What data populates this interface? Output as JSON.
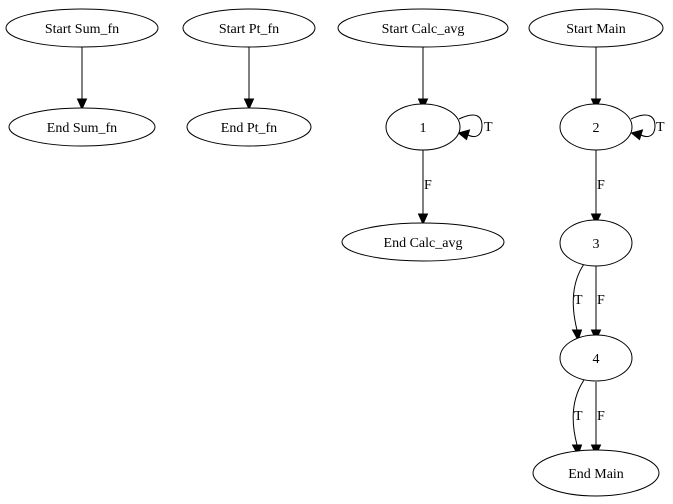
{
  "graph": {
    "nodes": [
      {
        "id": "start_sum",
        "label": "Start Sum_fn"
      },
      {
        "id": "end_sum",
        "label": "End Sum_fn"
      },
      {
        "id": "start_pt",
        "label": "Start Pt_fn"
      },
      {
        "id": "end_pt",
        "label": "End Pt_fn"
      },
      {
        "id": "start_calc",
        "label": "Start Calc_avg"
      },
      {
        "id": "n1",
        "label": "1"
      },
      {
        "id": "end_calc",
        "label": "End Calc_avg"
      },
      {
        "id": "start_main",
        "label": "Start Main"
      },
      {
        "id": "n2",
        "label": "2"
      },
      {
        "id": "n3",
        "label": "3"
      },
      {
        "id": "n4",
        "label": "4"
      },
      {
        "id": "end_main",
        "label": "End Main"
      }
    ],
    "edges": [
      {
        "from": "start_sum",
        "to": "end_sum",
        "label": ""
      },
      {
        "from": "start_pt",
        "to": "end_pt",
        "label": ""
      },
      {
        "from": "start_calc",
        "to": "n1",
        "label": ""
      },
      {
        "from": "n1",
        "to": "n1",
        "label": "T"
      },
      {
        "from": "n1",
        "to": "end_calc",
        "label": "F"
      },
      {
        "from": "start_main",
        "to": "n2",
        "label": ""
      },
      {
        "from": "n2",
        "to": "n2",
        "label": "T"
      },
      {
        "from": "n2",
        "to": "n3",
        "label": "F"
      },
      {
        "from": "n3",
        "to": "n4",
        "label": "T"
      },
      {
        "from": "n3",
        "to": "n4",
        "label": "F"
      },
      {
        "from": "n4",
        "to": "end_main",
        "label": "T"
      },
      {
        "from": "n4",
        "to": "end_main",
        "label": "F"
      }
    ]
  }
}
